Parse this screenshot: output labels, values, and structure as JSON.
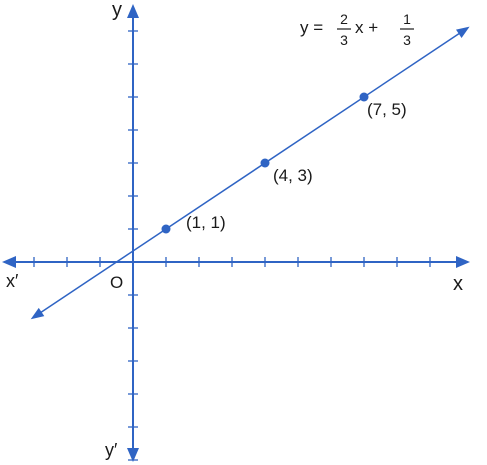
{
  "colors": {
    "axis": "#2f64c4",
    "line": "#2f64c4",
    "point": "#2f64c4",
    "text": "#1a1a1a"
  },
  "axes": {
    "x_label": "x",
    "x_neg_label": "x′",
    "y_label": "y",
    "y_neg_label": "y′",
    "origin_label": "O",
    "x_range": [
      -4,
      10
    ],
    "y_range": [
      -6,
      8
    ]
  },
  "equation": {
    "lhs": "y =",
    "frac1_num": "2",
    "frac1_den": "3",
    "mid": "x +",
    "frac2_num": "1",
    "frac2_den": "3"
  },
  "points": [
    {
      "x": 1,
      "y": 1,
      "label": "(1, 1)"
    },
    {
      "x": 4,
      "y": 3,
      "label": "(4, 3)"
    },
    {
      "x": 7,
      "y": 5,
      "label": "(7, 5)"
    }
  ],
  "line": {
    "slope": 0.6667,
    "intercept": 0.3333,
    "x_from": -3.1,
    "x_to": 10.2
  }
}
